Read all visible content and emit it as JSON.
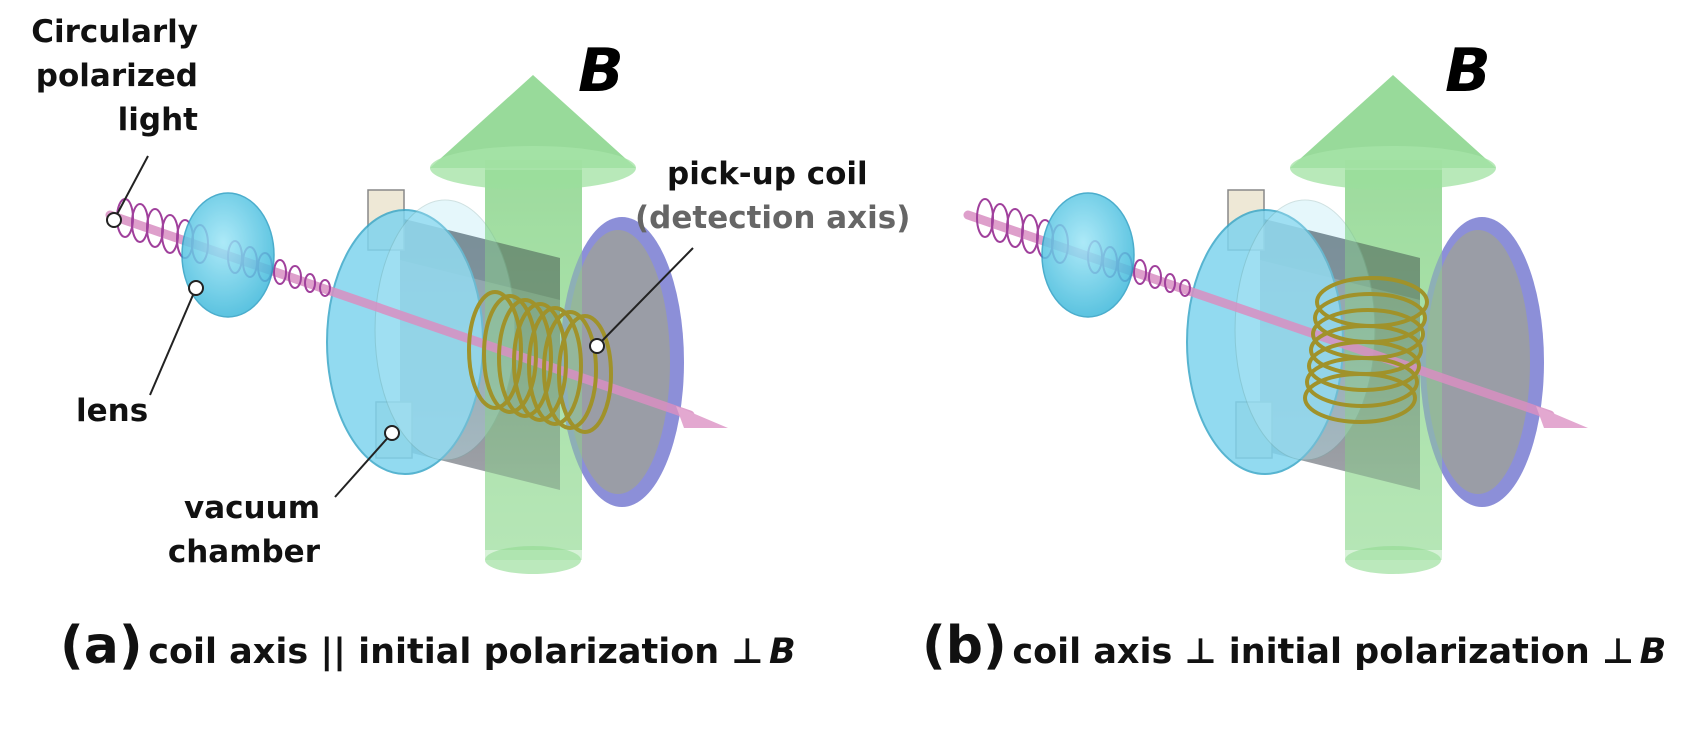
{
  "panel_a": {
    "field_label": "B",
    "light_label": [
      "Circularly",
      "polarized",
      "light"
    ],
    "lens_label": "lens",
    "chamber_label": [
      "vacuum",
      "chamber"
    ],
    "coil_label": "pick-up coil",
    "coil_sublabel": "(detection axis)",
    "caption_tag": "(a)",
    "caption_text": "coil axis || initial polarization ⊥",
    "caption_b": "B"
  },
  "panel_b": {
    "field_label": "B",
    "caption_tag": "(b)",
    "caption_text": "coil axis ⊥ initial polarization ⊥",
    "caption_b": "B"
  },
  "colors": {
    "field_arrow": "#8fd68f",
    "lens": "#5ccbe8",
    "chamber_window": "#7fd4ee",
    "chamber_body": "#8a8e96",
    "chamber_rim": "#8c8fd8",
    "coil": "#a0922a",
    "light_helix": "#a0409c",
    "beam": "#d98fc2"
  }
}
